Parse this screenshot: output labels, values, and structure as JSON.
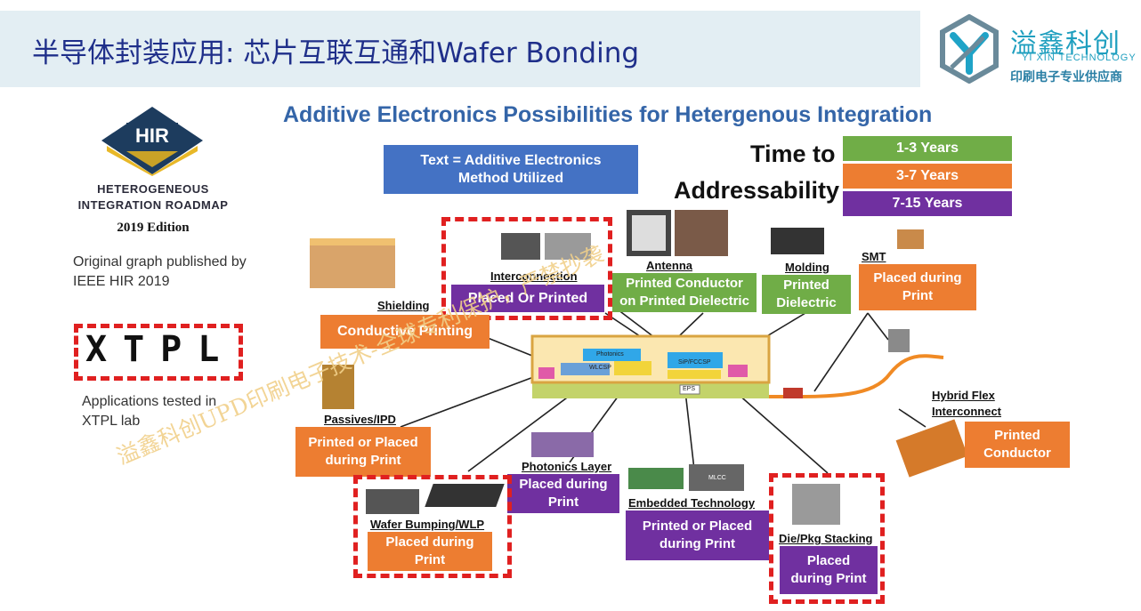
{
  "header": {
    "title": "半导体封装应用: 芯片互联互通和Wafer Bonding"
  },
  "logo": {
    "name": "溢鑫科创",
    "english": "YI XIN TECHNOLOGY",
    "tagline": "印刷电子专业供应商"
  },
  "hir": {
    "badge": "HIR",
    "title_line1": "HETEROGENEOUS",
    "title_line2": "INTEGRATION ROADMAP",
    "edition": "2019 Edition",
    "note_line1": "Original graph published by",
    "note_line2": "IEEE HIR 2019"
  },
  "xtpl": {
    "logo_text": "XTPL",
    "note_line1": "Applications tested in",
    "note_line2": "XTPL lab"
  },
  "diagram": {
    "title": "Additive Electronics Possibilities for Hetergenous Integration",
    "legend_key": {
      "line1": "Text = Additive Electronics",
      "line2": "Method Utilized"
    },
    "time_label_line1": "Time to",
    "time_label_line2": "Addressability",
    "time_ranges": [
      {
        "label": "1-3 Years",
        "color": "#70ad47"
      },
      {
        "label": "3-7 Years",
        "color": "#ed7d31"
      },
      {
        "label": "7-15 Years",
        "color": "#7030a0"
      }
    ],
    "items": {
      "interconnection": {
        "label": "Interconnection",
        "method": "Placed Or Printed"
      },
      "antenna": {
        "label": "Antenna",
        "method_line1": "Printed Conductor",
        "method_line2": "on Printed Dielectric"
      },
      "molding": {
        "label": "Molding",
        "method_line1": "Printed",
        "method_line2": "Dielectric"
      },
      "smt": {
        "label": "SMT",
        "method_line1": "Placed during",
        "method_line2": "Print"
      },
      "shielding": {
        "label": "Shielding",
        "method": "Conductive Printing"
      },
      "passives": {
        "label": "Passives/IPD",
        "method_line1": "Printed or Placed",
        "method_line2": "during Print"
      },
      "photonics": {
        "label": "Photonics Layer",
        "method_line1": "Placed during",
        "method_line2": "Print"
      },
      "embedded": {
        "label": "Embedded Technology",
        "method_line1": "Printed or Placed",
        "method_line2": "during Print"
      },
      "wafer_bumping": {
        "label": "Wafer Bumping/WLP",
        "method_line1": "Placed during",
        "method_line2": "Print"
      },
      "die_stacking": {
        "label": "Die/Pkg Stacking",
        "method_line1": "Placed",
        "method_line2": "during Print"
      },
      "hybrid_flex": {
        "label_line1": "Hybrid Flex",
        "label_line2": "Interconnect",
        "method_line1": "Printed",
        "method_line2": "Conductor"
      }
    },
    "package_labels": {
      "photonics": "Photonics",
      "wlcsp": "WLCSP",
      "sip": "SiP/FCCSP",
      "eps": "EPS",
      "mlcc": "MLCC"
    }
  },
  "watermark": "溢鑫科创UPD印刷电子技术-全球专利保护，严禁抄袭"
}
